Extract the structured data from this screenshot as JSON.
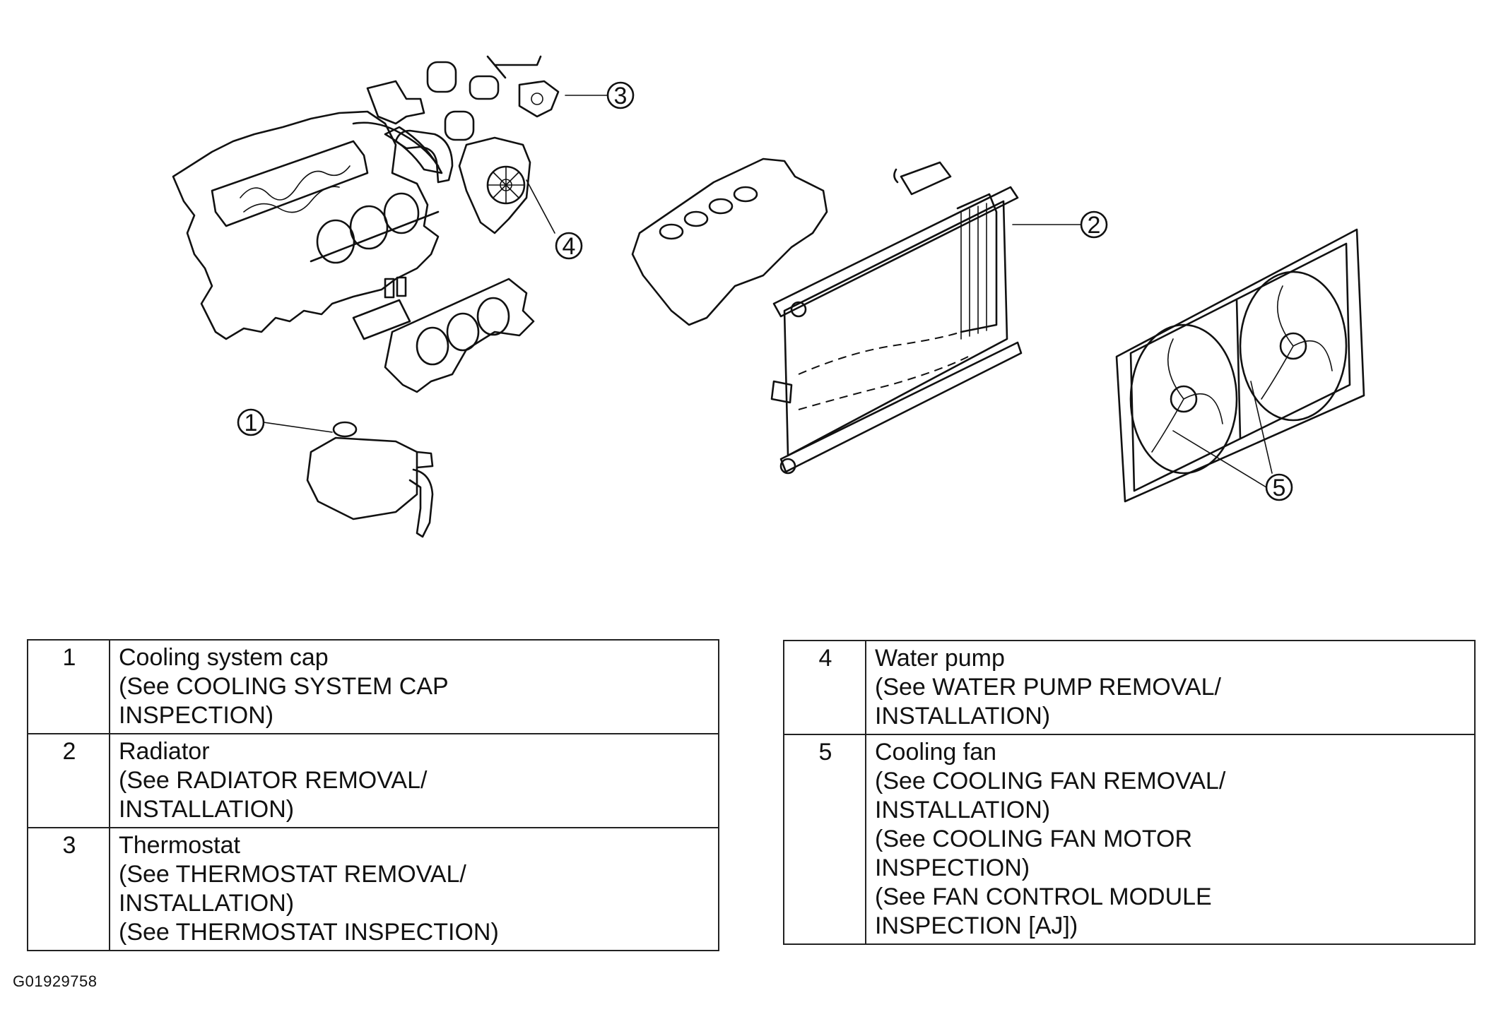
{
  "callouts": [
    "1",
    "2",
    "3",
    "4",
    "5"
  ],
  "legend_left": [
    {
      "num": "1",
      "text": "Cooling system cap\n(See COOLING SYSTEM CAP\nINSPECTION)"
    },
    {
      "num": "2",
      "text": "Radiator\n(See RADIATOR REMOVAL/\nINSTALLATION)"
    },
    {
      "num": "3",
      "text": "Thermostat\n(See THERMOSTAT REMOVAL/\nINSTALLATION)\n(See THERMOSTAT INSPECTION)"
    }
  ],
  "legend_right": [
    {
      "num": "4",
      "text": "Water pump\n(See WATER PUMP REMOVAL/\nINSTALLATION)"
    },
    {
      "num": "5",
      "text": "Cooling fan\n(See COOLING FAN REMOVAL/\nINSTALLATION)\n(See COOLING FAN MOTOR\nINSPECTION)\n(See FAN CONTROL MODULE\nINSPECTION [AJ])"
    }
  ],
  "figure_code": "G01929758"
}
